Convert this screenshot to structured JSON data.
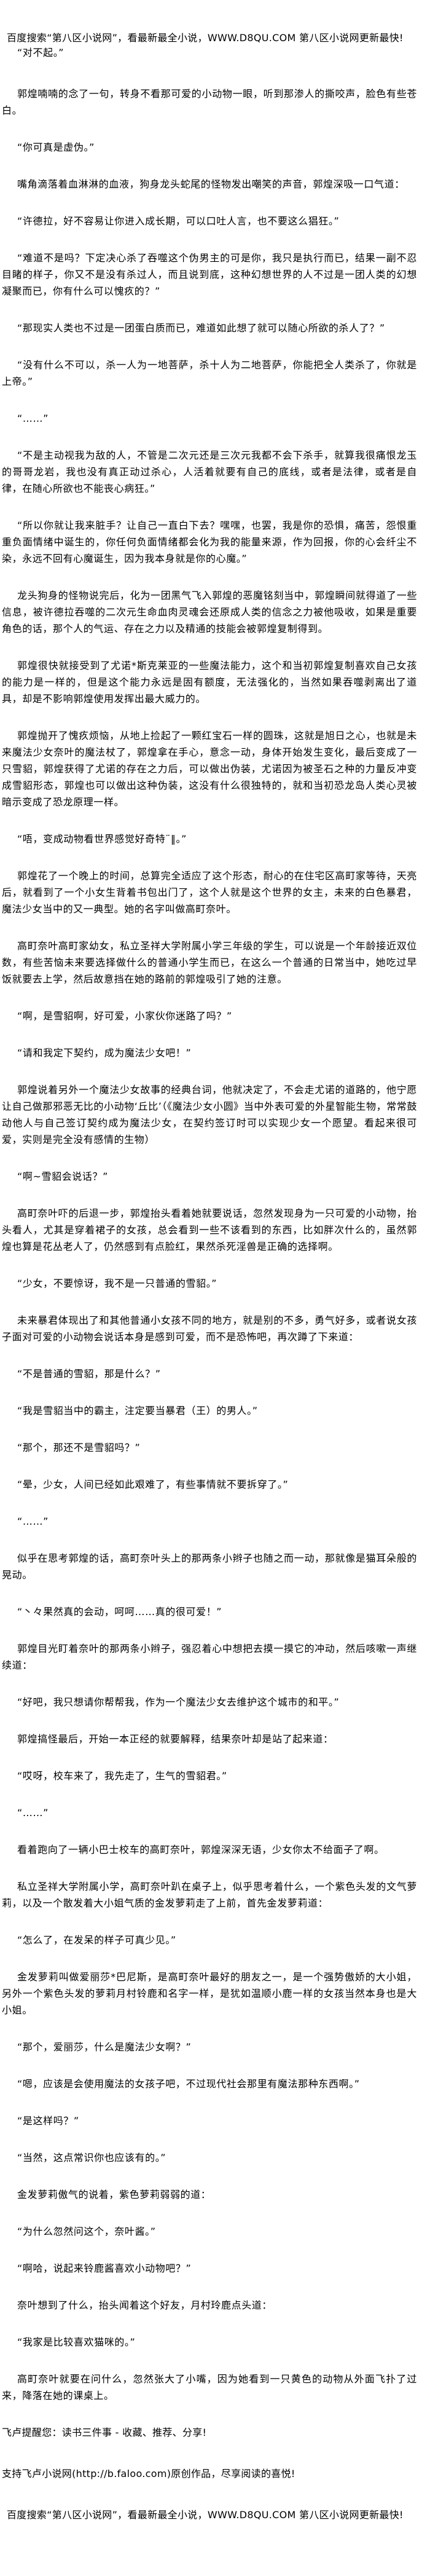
{
  "header": {
    "banner": "百度搜索“第八区小说网”，看最新最全小说，WWW.D8QU.COM  第八区小说网更新最快!"
  },
  "paragraphs": [
    "“对不起。”",
    "郭煌喃喃的念了一句，转身不看那可爱的小动物一眼，听到那渗人的撕咬声，脸色有些苍白。",
    "“你可真是虚伪。”",
    "嘴角滴落着血淋淋的血液，狗身龙头蛇尾的怪物发出嘲笑的声音，郭煌深吸一口气道：",
    "“许德拉，好不容易让你进入成长期，可以口吐人言，也不要这么猖狂。”",
    "“难道不是吗？下定决心杀了吞噬这个伪男主的可是你，我只是执行而已，结果一副不忍目睹的样子，你又不是没有杀过人，而且说到底，这种幻想世界的人不过是一团人类的幻想凝聚而已，你有什么可以愧疚的？”",
    "“那现实人类也不过是一团蛋白质而已，难道如此想了就可以随心所欲的杀人了？”",
    "“没有什么不可以，杀一人为一地菩萨，杀十人为二地菩萨，你能把全人类杀了，你就是上帝。”",
    "“……”",
    "“不是主动视我为敌的人，不管是二次元还是三次元我都不会下杀手，就算我很痛恨龙玉的哥哥龙岩，我也没有真正动过杀心，人活着就要有自己的底线，或者是法律，或者是自律，在随心所欲也不能丧心病狂。”",
    "“所以你就让我来脏手？让自己一直白下去？嘿嘿，也罢，我是你的恐惧，痛苦，怨恨重重负面情绪中诞生的，你任何负面情绪都会化为我的能量来源，作为回报，你的心会纤尘不染，永远不回有心魔诞生，因为我本身就是你的心魔。”",
    "龙头狗身的怪物说完后，化为一团黑气飞入郭煌的恶魔铭刻当中，郭煌瞬间就得道了一些信息，被许德拉吞噬的二次元生命血肉灵魂会还原成人类的信念之力被他吸收，如果是重要角色的话，那个人的气运、存在之力以及精通的技能会被郭煌复制得到。",
    "郭煌很快就接受到了尤诺*斯克莱亚的一些魔法能力，这个和当初郭煌复制喜欢自己女孩的能力是一样的，但是这个能力永远是固有额度，无法强化的，当然如果吞噬剥离出了道具，却是不影响郭煌使用发挥出最大威力的。",
    "郭煌抛开了愧疚烦恼，从地上捡起了一颗红宝石一样的圆珠，这就是旭日之心，也就是未来魔法少女奈叶的魔法杖了，郭煌拿在手心，意念一动，身体开始发生变化，最后变成了一只雪貂，郭煌获得了尤诺的存在之力后，可以做出伪装，尤诺因为被圣石之种的力量反冲变成雪貂形态，郭煌也可以做出这种伪装，这没有什么很独特的，就和当初恐龙岛人类心灵被暗示变成了恐龙原理一样。",
    "“唔，变成动物看世界感觉好奇特¨‖。”",
    "郭煌花了一个晚上的时间，总算完全适应了这个形态，耐心的在住宅区高町家等待，天亮后，就看到了一个小女生背着书包出门了，这个人就是这个世界的女主，未来的白色暴君，魔法少女当中的又一典型。她的名字叫做高町奈叶。",
    "高町奈叶高町家幼女，私立圣祥大学附属小学三年级的学生，可以说是一个年龄接近双位数，有些苦恼未来要选择做什么的普通小学生而已，在这么一个普通的日常当中，她吃过早饭就要去上学，然后故意挡在她的路前的郭煌吸引了她的注意。",
    "“啊，是雪貂啊，好可爱，小家伙你迷路了吗？”",
    "“请和我定下契约，成为魔法少女吧！”",
    "郭煌说着另外一个魔法少女故事的经典台词，他就决定了，不会走尤诺的道路的，他宁愿让自己做那邪恶无比的小动物‘丘比’（《魔法少女小圆》当中外表可爱的外星智能生物，常常鼓动他人与自己签订契约成为魔法少女，在契约签订时可以实现少女一个愿望。看起来很可爱，实则是完全没有感情的生物）",
    "“啊~雪貂会说话？”",
    "高町奈叶吓的后退一步，郭煌抬头看着她就要说话，忽然发现身为一只可爱的小动物，抬头看人，尤其是穿着裙子的女孩，总会看到一些不该看到的东西，比如胖次什么的，虽然郭煌也算是花丛老人了，仍然感到有点脸红，果然杀死淫兽是正确的选择啊。",
    "“少女，不要惊讶，我不是一只普通的雪貂。”",
    "未来暴君体现出了和其他普通小女孩不同的地方，就是别的不多，勇气好多，或者说女孩子面对可爱的小动物会说话本身是感到可爱，而不是恐怖吧，再次蹲了下来道：",
    "“不是普通的雪貂，那是什么？”",
    "“我是雪貂当中的霸主，注定要当暴君（王）的男人。”",
    "“那个，那还不是雪貂吗？”",
    "“晕，少女，人间已经如此艰难了，有些事情就不要拆穿了。”",
    "“……”",
    "似乎在思考郭煌的话，高町奈叶头上的那两条小辫子也随之而一动，那就像是猫耳朵般的晃动。",
    "“丶々果然真的会动，呵呵……真的很可爱！”",
    "郭煌目光盯着奈叶的那两条小辫子，强忍着心中想把去摸一摸它的冲动，然后咳嗽一声继续道：",
    "“好吧，我只想请你帮帮我，作为一个魔法少女去维护这个城市的和平。”",
    "郭煌搞怪最后，开始一本正经的就要解释，结果奈叶却是站了起来道：",
    "“哎呀，校车来了，我先走了，生气的雪貂君。”",
    "“……”",
    "看着跑向了一辆小巴士校车的高町奈叶，郭煌深深无语，少女你太不给面子了啊。",
    "私立圣祥大学附属小学，高町奈叶趴在桌子上，似乎思考着什么，一个紫色头发的文气萝莉，以及一个散发着大小姐气质的金发萝莉走了上前，首先金发萝莉道：",
    "“怎么了，在发呆的样子可真少见。”",
    "金发萝莉叫做爱丽莎*巴尼斯，是高町奈叶最好的朋友之一，是一个强势傲娇的大小姐，另外一个紫色头发的萝莉月村铃鹿和名字一样，是犹如温顺小鹿一样的女孩当然本身也是大小姐。",
    "“那个，爱丽莎，什么是魔法少女啊？”",
    "“嗯，应该是会使用魔法的女孩子吧，不过现代社会那里有魔法那种东西啊。”",
    "“是这样吗？”",
    "“当然，这点常识你也应该有的。”",
    "金发萝莉傲气的说着，紫色萝莉弱弱的道：",
    "“为什么忽然问这个，奈叶酱。”",
    "“啊哈，说起来铃鹿酱喜欢小动物吧？”",
    "奈叶想到了什么，抬头闻着这个好友，月村玲鹿点头道：",
    "“我家是比较喜欢猫咪的。”",
    "高町奈叶就要在问什么，忽然张大了小嘴，因为她看到一只黄色的动物从外面飞扑了过来，降落在她的课桌上。"
  ],
  "footer": {
    "reminder": "飞卢提醒您：读书三件事 - 收藏、推荐、分享!",
    "support": "支持飞卢小说网(http://b.faloo.com)原创作品，尽享阅读的喜悦!",
    "banner": "百度搜索“第八区小说网”，看最新最全小说，WWW.D8QU.COM  第八区小说网更新最快!"
  }
}
